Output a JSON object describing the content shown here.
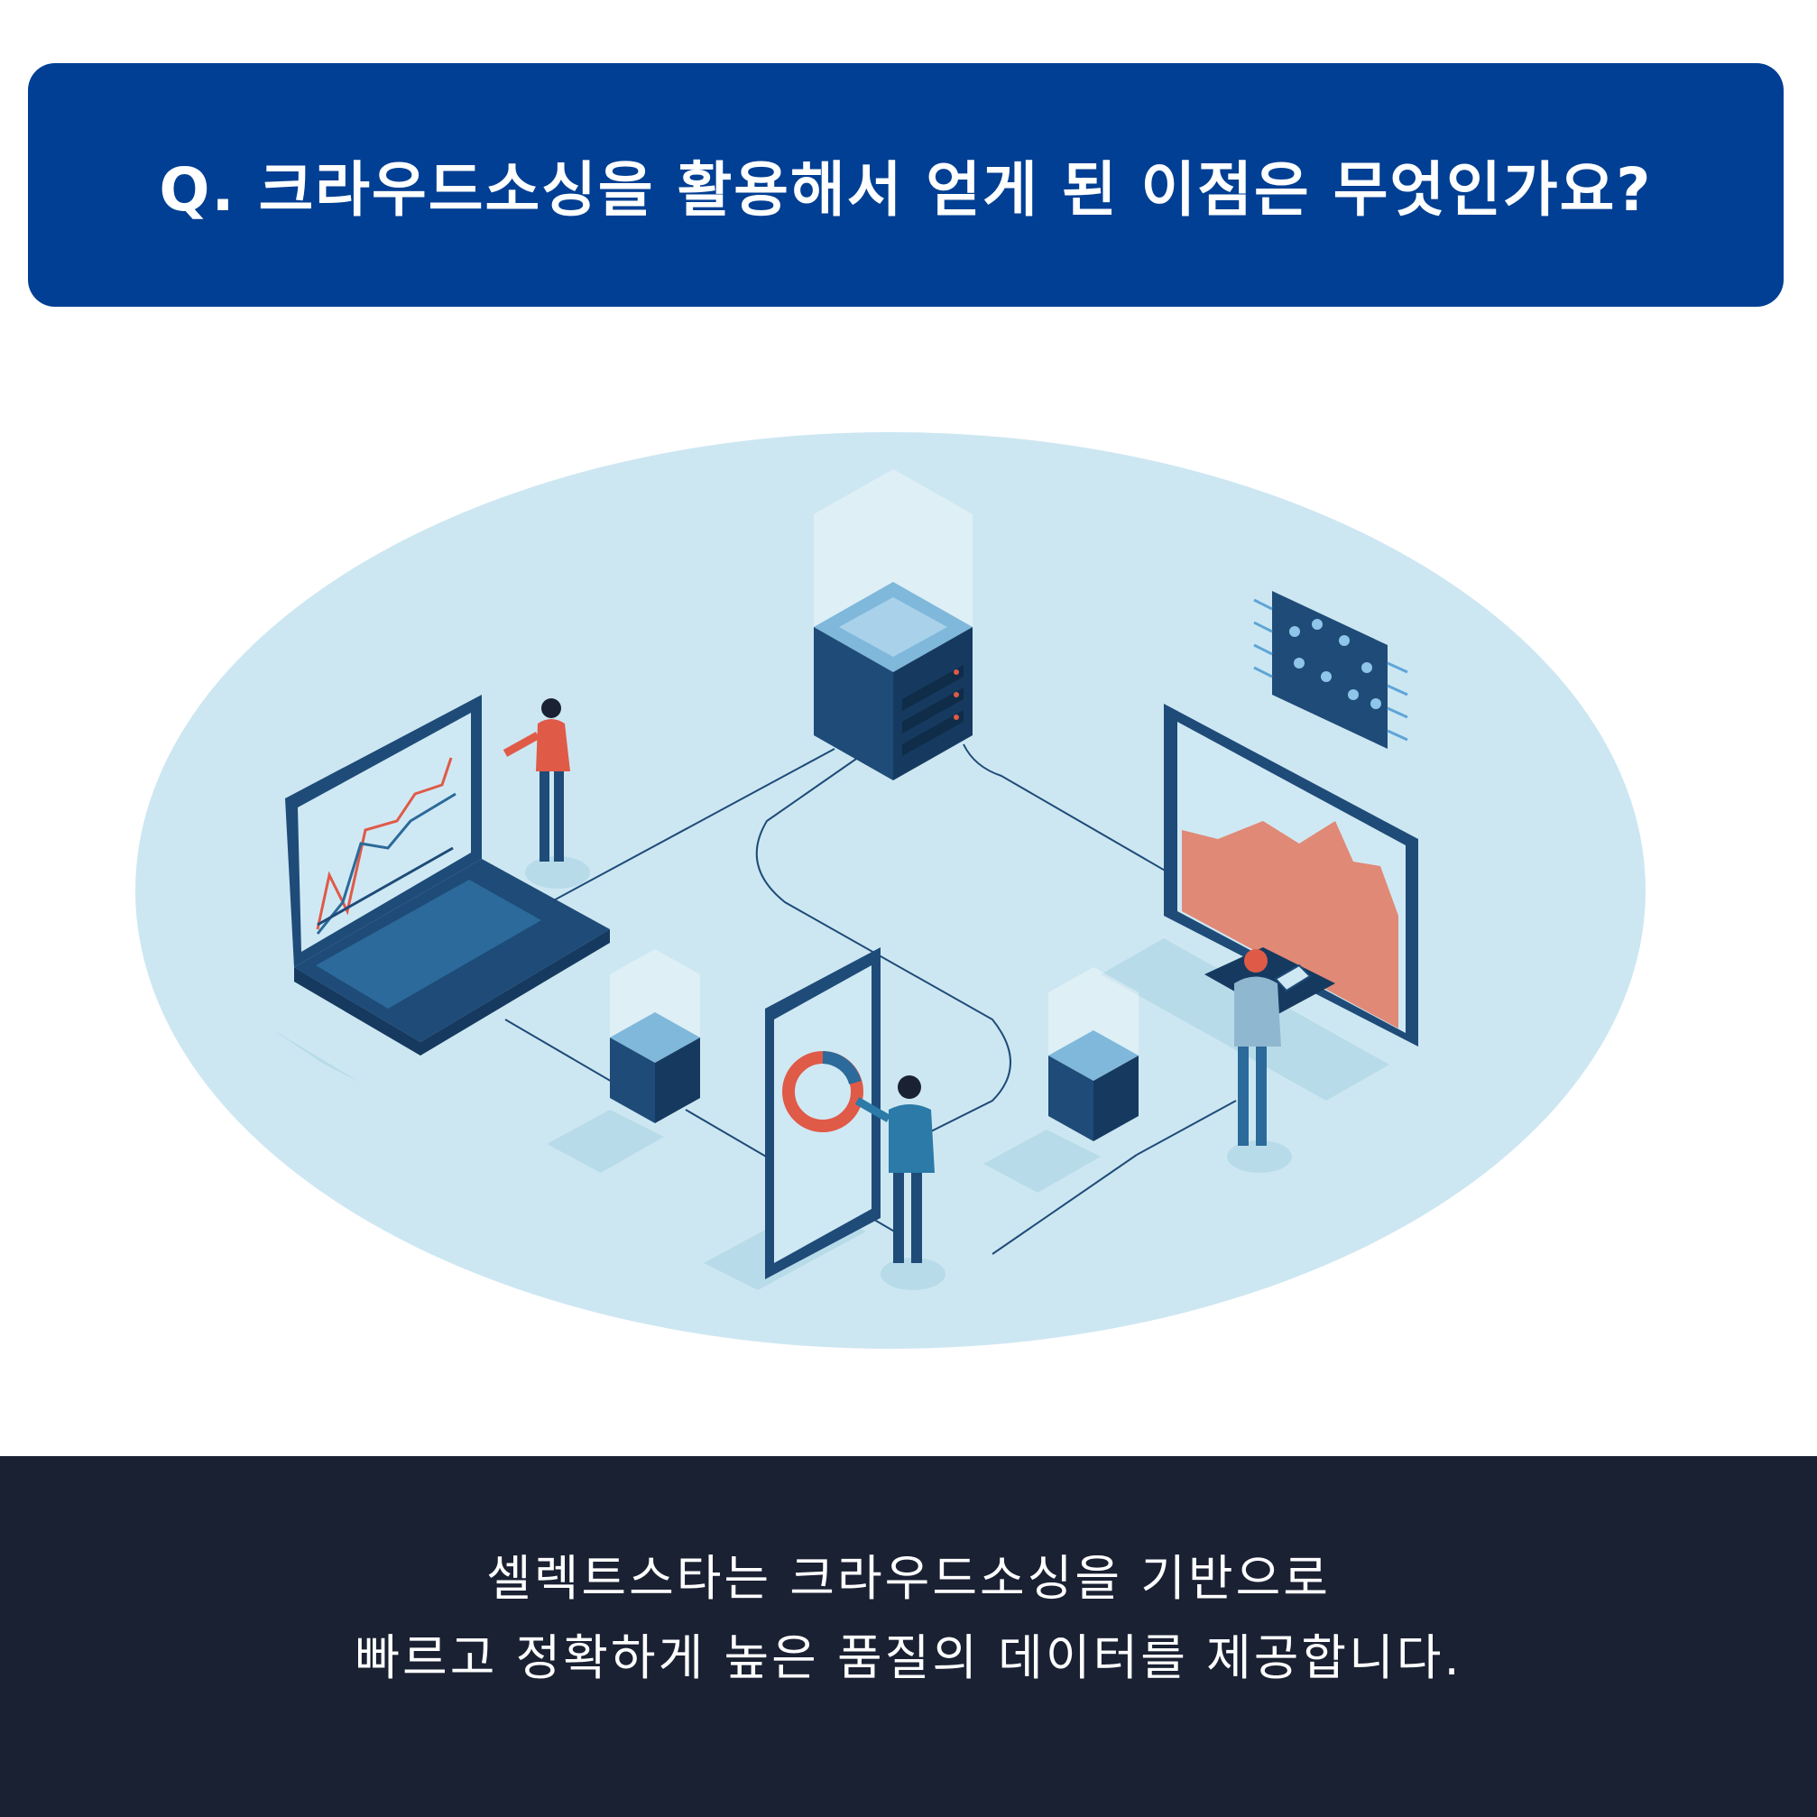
{
  "title": "Q. 크라우드소싱을 활용해서 얻게 된 이점은 무엇인가요?",
  "footer": {
    "line1": "셀렉트스타는 크라우드소싱을 기반으로",
    "line2": "빠르고 정확하게 높은 품질의 데이터를 제공합니다."
  },
  "colors": {
    "banner": "#003f93",
    "footer": "#1a2133",
    "ellipse": "#cde7f2",
    "device_navy": "#1e4b78",
    "accent_red": "#e05a48"
  }
}
